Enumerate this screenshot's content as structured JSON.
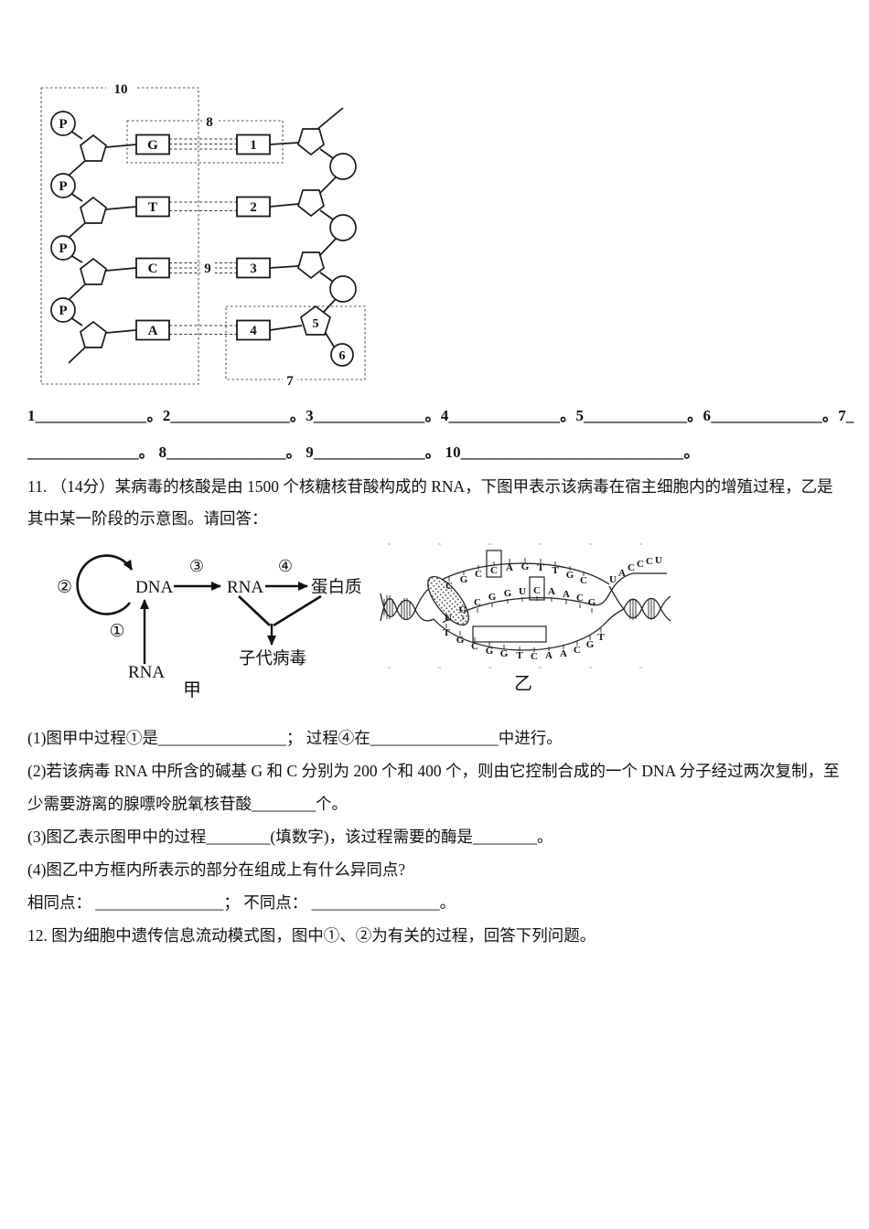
{
  "doc": {
    "q10_blanks": {
      "line1": "1______________。2_______________。3______________。4______________。5_____________。6______________。7_",
      "line2": "______________。 8_______________。 9______________。 10____________________________。"
    },
    "q11": {
      "stem_line1": "11. （14分）某病毒的核酸是由 1500 个核糖核苷酸构成的 RNA，下图甲表示该病毒在宿主细胞内的增殖过程，乙是",
      "stem_line2": "其中某一阶段的示意图。请回答：",
      "part1": "(1)图甲中过程①是________________；  过程④在________________中进行。",
      "part2_line1": "(2)若该病毒 RNA 中所含的碱基 G 和 C 分别为 200 个和 400 个，则由它控制合成的一个 DNA 分子经过两次复制，至",
      "part2_line2": "少需要游离的腺嘌呤脱氧核苷酸________个。",
      "part3": "(3)图乙表示图甲中的过程________(填数字)，该过程需要的酶是________。",
      "part4": "(4)图乙中方框内所表示的部分在组成上有什么异同点?",
      "part4_blanks": "相同点： ________________；  不同点： ________________。"
    },
    "q12_stem": "12.  图为细胞中遗传信息流动模式图，图中①、②为有关的过程，回答下列问题。"
  },
  "fig_dna": {
    "label_10": "10",
    "label_8": "8",
    "label_9": "9",
    "label_7": "7",
    "label_5": "5",
    "label_6": "6",
    "phosphate": "P",
    "left_bases": [
      "G",
      "T",
      "C",
      "A"
    ],
    "right_bases": [
      "1",
      "2",
      "3",
      "4"
    ]
  },
  "fig_jia": {
    "caption": "甲",
    "node_dna": "DNA",
    "node_rna": "RNA",
    "node_protein": "蛋白质",
    "node_rna_template": "RNA",
    "node_progeny": "子代病毒",
    "step_1": "①",
    "step_2": "②",
    "step_3": "③",
    "step_4": "④"
  },
  "fig_yi": {
    "caption": "乙",
    "top_strand": [
      "C",
      "G",
      "C",
      "C",
      "A",
      "G",
      "T",
      "T",
      "G",
      "C"
    ],
    "rna_strand": [
      "U",
      "G",
      "C",
      "G",
      "G",
      "U",
      "C",
      "A",
      "A",
      "C",
      "G"
    ],
    "rna_tail": [
      "U",
      "A",
      "C",
      "C",
      "C",
      "U"
    ],
    "bottom_strand": [
      "T",
      "G",
      "C",
      "G",
      "G",
      "T",
      "C",
      "A",
      "A",
      "C",
      "G",
      "T"
    ]
  }
}
